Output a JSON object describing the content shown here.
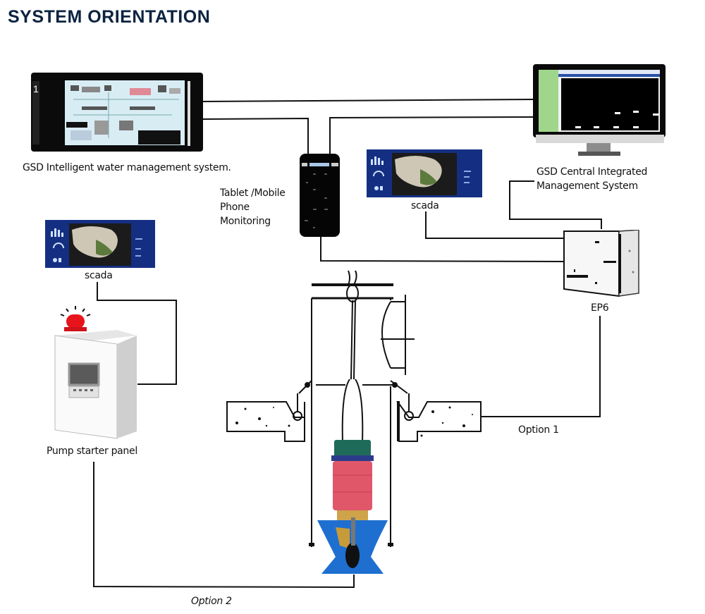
{
  "title": "SYSTEM ORIENTATION",
  "nodes": {
    "intelligent_system": {
      "label": "GSD Intelligent water management system."
    },
    "central_system": {
      "label_line1": "GSD Central Integrated",
      "label_line2": "Management System"
    },
    "tablet": {
      "label_line1": "Tablet /Mobile",
      "label_line2": "Phone",
      "label_line3": "Monitoring"
    },
    "scada_top": {
      "label": "scada"
    },
    "scada_left": {
      "label": "scada"
    },
    "ep6": {
      "label": "EP6"
    },
    "pump_panel": {
      "label": "Pump starter panel"
    },
    "pump": {
      "label": ""
    }
  },
  "connections": {
    "option1": "Option 1",
    "option2": "Option 2"
  },
  "colors": {
    "title": "#0c2340",
    "wire": "#111111",
    "scada_blue": "#1a3a8c",
    "alarm_red": "#e8141c",
    "motor_red": "#e0576a",
    "motor_green": "#1f6b5a",
    "pump_blue": "#1e6fd0",
    "concrete": "#ffffff"
  }
}
